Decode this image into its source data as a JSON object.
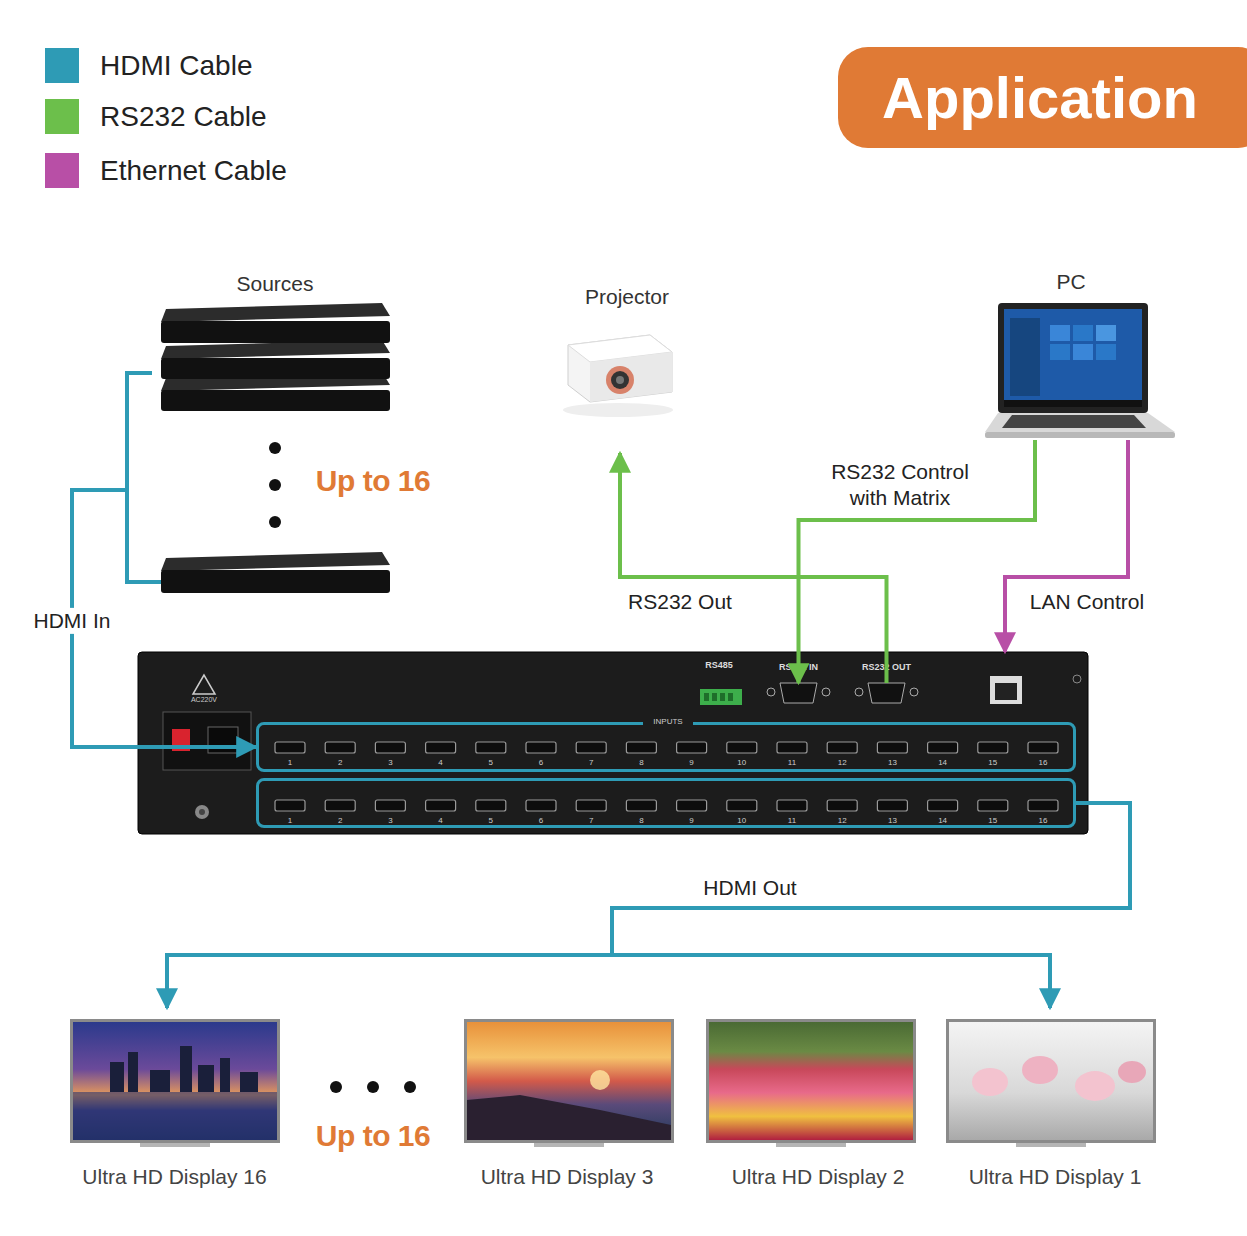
{
  "diagram": {
    "title": "Application",
    "nodes": [
      {
        "text": [
          "Sources"
        ]
      },
      {
        "text": [
          "Projector"
        ]
      },
      {
        "text": [
          "PC"
        ]
      },
      {
        "text": [
          "RS485",
          "AC220V"
        ]
      },
      {
        "text": [
          "RS232 IN"
        ],
        "in": 3
      },
      {
        "text": [
          "RS232 OUT"
        ],
        "in": 3
      },
      {
        "text": [
          "INPUTS",
          "1",
          "2",
          "3",
          "4",
          "5",
          "6",
          "7",
          "8",
          "9",
          "10",
          "11",
          "12",
          "13",
          "14",
          "15",
          "16"
        ],
        "in": 3
      },
      {
        "text": [
          "1",
          "2",
          "3",
          "4",
          "5",
          "6",
          "7",
          "8",
          "9",
          "10",
          "11",
          "12",
          "13",
          "14",
          "15",
          "16"
        ],
        "in": 3
      },
      {
        "text": [
          "Ultra HD Display 16"
        ]
      },
      {
        "text": [
          "Ultra HD Display 3"
        ]
      },
      {
        "text": [
          "Ultra HD Display 2"
        ]
      },
      {
        "text": [
          "Ultra HD Display 1"
        ]
      }
    ],
    "edges": [
      {
        "from": 0,
        "to": 6,
        "label": "HDMI In",
        "arrow": "to"
      },
      {
        "from": 2,
        "to": 4,
        "label": "RS232 Control with Matrix",
        "arrow": "to"
      },
      {
        "from": 5,
        "to": 1,
        "label": "RS232 Out",
        "arrow": "to"
      },
      {
        "from": 2,
        "to": 3,
        "label": "LAN Control",
        "arrow": "to"
      },
      {
        "from": 7,
        "to": 8,
        "label": "HDMI Out",
        "arrow": "to"
      },
      {
        "from": 7,
        "to": 11,
        "arrow": "to"
      }
    ],
    "labels": [
      "Up to 16",
      "Up to 16"
    ],
    "legend": [
      {
        "text": "HDMI Cable",
        "color": "#2e9bb5"
      },
      {
        "text": "RS232 Cable",
        "color": "#6cbf4b"
      },
      {
        "text": "Ethernet Cable",
        "color": "#b84fa6"
      }
    ]
  }
}
